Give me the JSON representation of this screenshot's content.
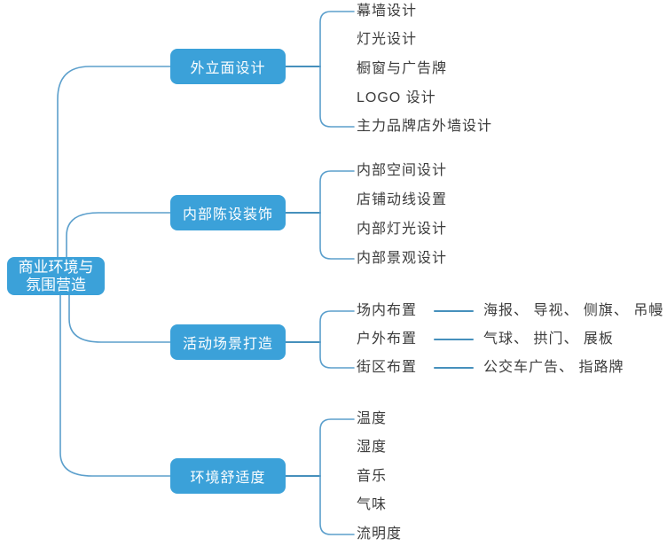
{
  "colors": {
    "node_fill": "#3BA1D9",
    "node_text": "#FFFFFF",
    "connector_light": "#5B9FCC",
    "connector_strong": "#4690BC",
    "leaf_text": "#3C3C3C"
  },
  "root": {
    "label": "商业环境与\n氛围营造"
  },
  "branches": [
    {
      "label": "外立面设计",
      "children": [
        {
          "label": "幕墙设计"
        },
        {
          "label": "灯光设计"
        },
        {
          "label": "橱窗与广告牌"
        },
        {
          "label": "LOGO 设计"
        },
        {
          "label": "主力品牌店外墙设计"
        }
      ]
    },
    {
      "label": "内部陈设装饰",
      "children": [
        {
          "label": "内部空间设计"
        },
        {
          "label": "店铺动线设置"
        },
        {
          "label": "内部灯光设计"
        },
        {
          "label": "内部景观设计"
        }
      ]
    },
    {
      "label": "活动场景打造",
      "children": [
        {
          "label": "场内布置",
          "items": "海报、 导视、 侧旗、 吊幔"
        },
        {
          "label": "户外布置",
          "items": "气球、 拱门、 展板"
        },
        {
          "label": "街区布置",
          "items": "公交车广告、 指路牌"
        }
      ]
    },
    {
      "label": "环境舒适度",
      "children": [
        {
          "label": "温度"
        },
        {
          "label": "湿度"
        },
        {
          "label": "音乐"
        },
        {
          "label": "气味"
        },
        {
          "label": "流明度"
        }
      ]
    }
  ]
}
